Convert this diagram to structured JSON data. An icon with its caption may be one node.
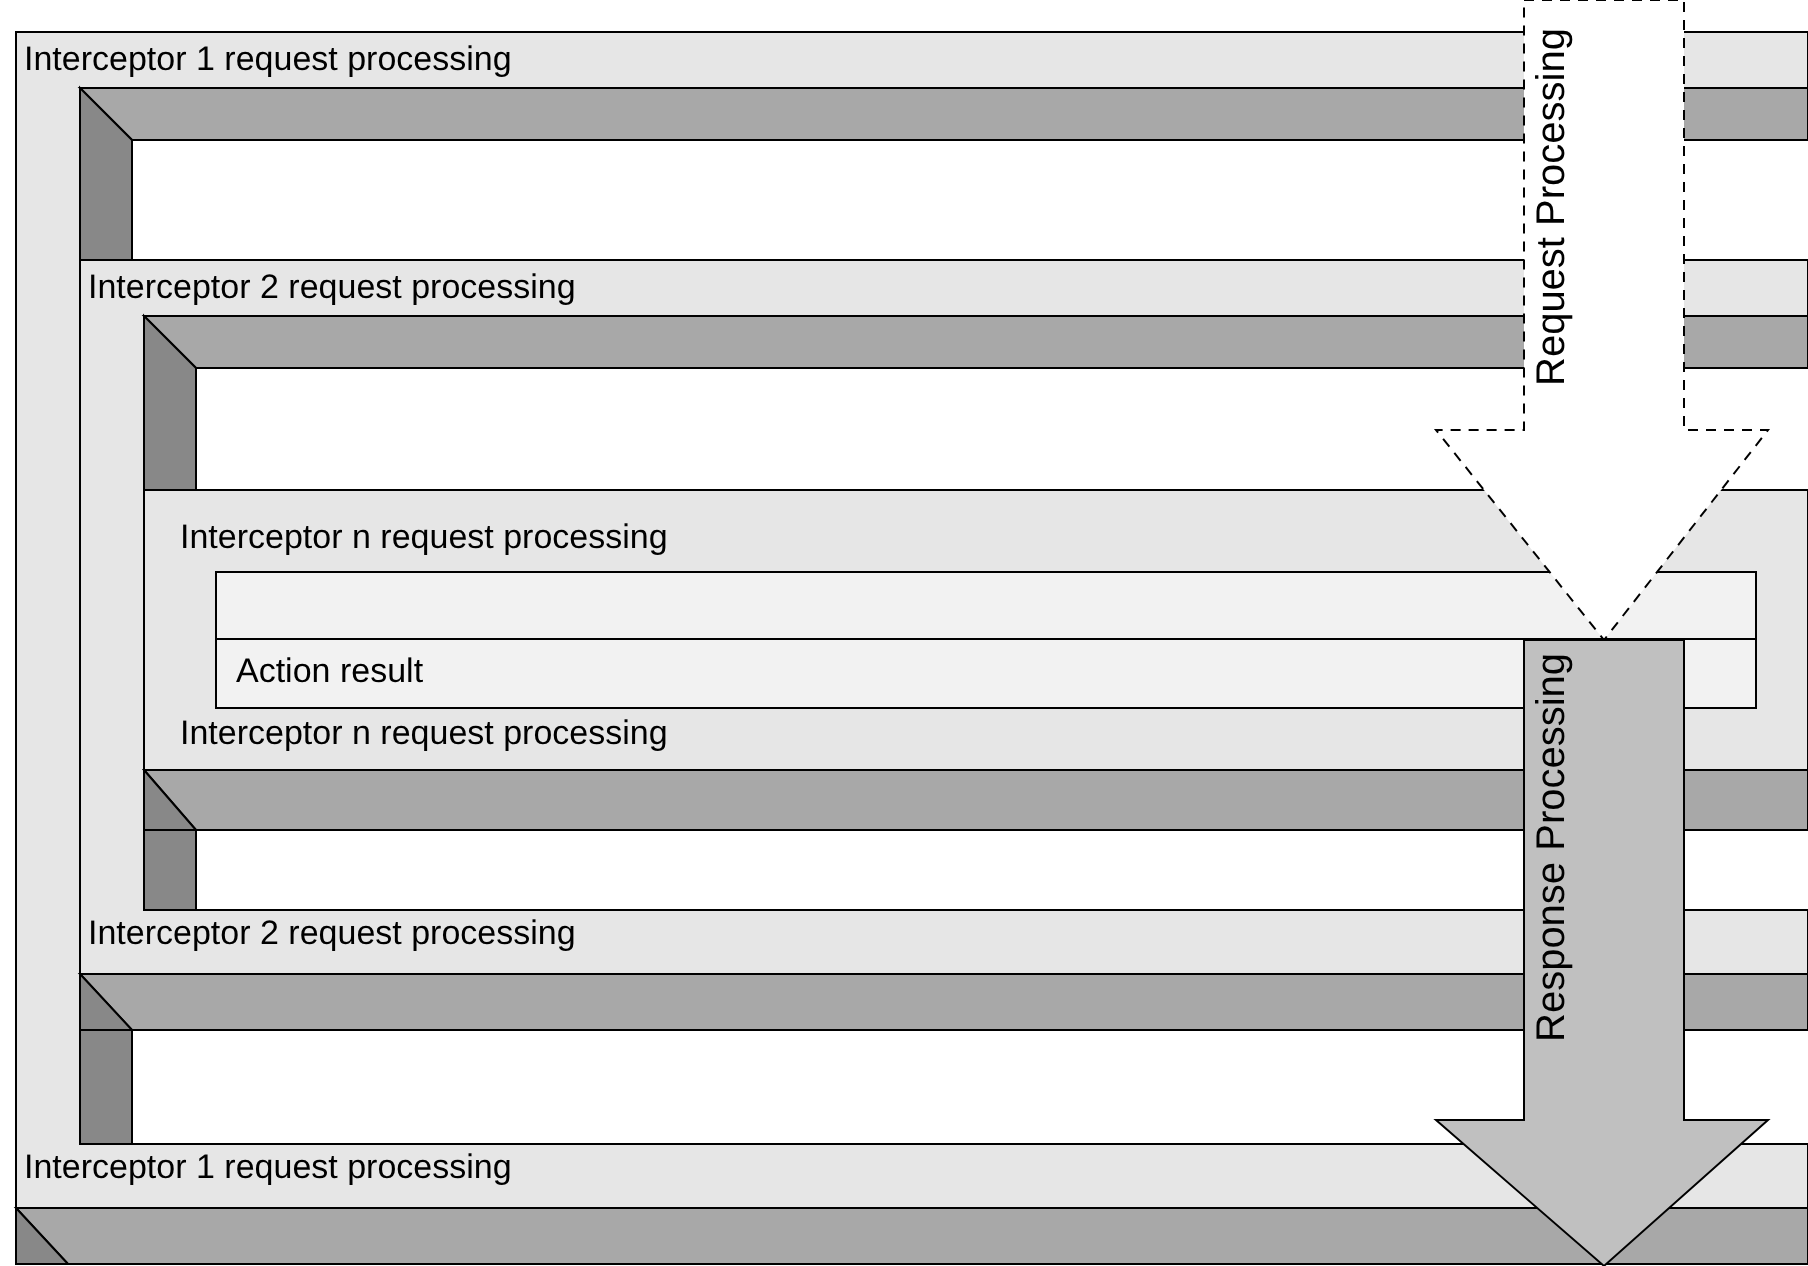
{
  "diagram": {
    "nodes": [
      {
        "text": [
          "Interceptor 1 request processing",
          "Interceptor 1 request processing"
        ]
      },
      {
        "text": [
          "Interceptor 2 request processing",
          "Interceptor 2 request processing"
        ],
        "in": 0
      },
      {
        "text": [
          "Interceptor n request processing",
          "Interceptor n request processing"
        ],
        "in": 1
      },
      {
        "text": [
          "Action result"
        ],
        "in": 2
      },
      {
        "text": [
          "Request Processing"
        ]
      },
      {
        "text": [
          "Response Processing"
        ]
      }
    ]
  }
}
